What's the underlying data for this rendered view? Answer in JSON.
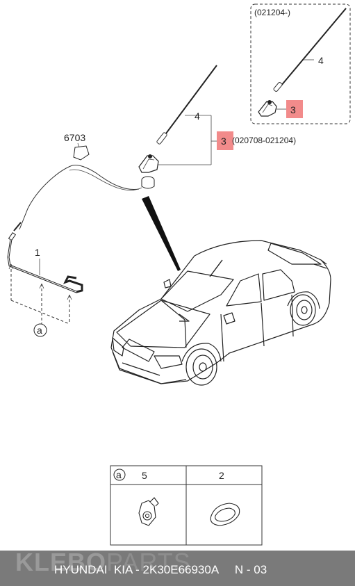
{
  "callouts": {
    "inset_period": "(021204-)",
    "inset_rod": "4",
    "inset_base": "3",
    "main_rod": "4",
    "main_base": "3",
    "main_period": "(020708-021204)",
    "cable_part": "6703",
    "clip_part": "1",
    "ref_a": "a"
  },
  "table": {
    "ref": "a",
    "headers": [
      "5",
      "2"
    ]
  },
  "footer": {
    "brand_bold": "KLEBO",
    "brand_light": "PARTS",
    "text": "HYUNDAI  KIA - 2K30E66930A     N - 03"
  },
  "colors": {
    "highlight": "#f28b8b",
    "footer_bg": "#7a7a7a"
  }
}
